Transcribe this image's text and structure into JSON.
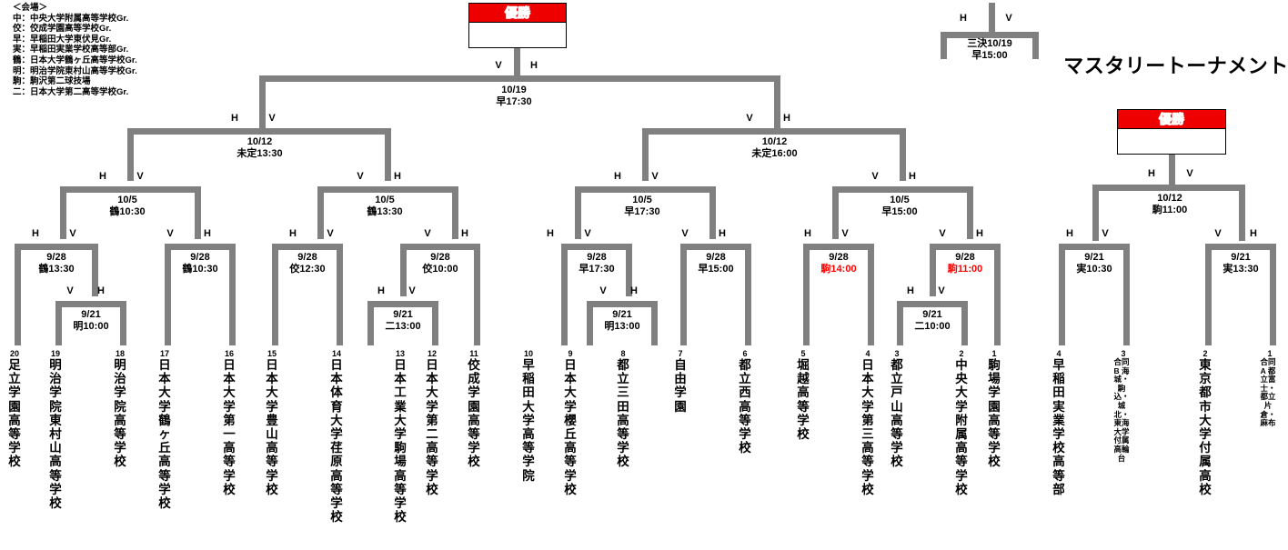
{
  "venue_legend": {
    "heading": "＜会場＞",
    "entries": [
      "中：中央大学附属高等学校Gr.",
      "佼：佼成学園高等学校Gr.",
      "早：早稲田大学東伏見Gr.",
      "実：早稲田実業学校高等部Gr.",
      "鶴：日本大学鶴ヶ丘高等学校Gr.",
      "明：明治学院東村山高等学校Gr.",
      "駒：駒沢第二球技場",
      "二：日本大学第二高等学校Gr."
    ]
  },
  "right_section": {
    "title": "マスタリートーナメント"
  },
  "champion": {
    "label": "優勝",
    "value": ""
  },
  "labels": {
    "home": "H",
    "visitor": "V"
  },
  "main_bracket": {
    "final": {
      "date": "10/19",
      "venue_time": "早17:30",
      "left": "V",
      "right": "H"
    },
    "third_place": {
      "date": "三決10/19",
      "venue_time": "早15:00",
      "left": "H",
      "right": "V"
    },
    "semifinals": [
      {
        "date": "10/12",
        "venue_time": "未定13:30",
        "left": "H",
        "right": "V"
      },
      {
        "date": "10/12",
        "venue_time": "未定16:00",
        "left": "V",
        "right": "H"
      }
    ],
    "quarterfinals": [
      {
        "date": "10/5",
        "venue_time": "鶴10:30",
        "left": "H",
        "right": "V"
      },
      {
        "date": "10/5",
        "venue_time": "鶴13:30",
        "left": "V",
        "right": "H"
      },
      {
        "date": "10/5",
        "venue_time": "早17:30",
        "left": "H",
        "right": "V"
      },
      {
        "date": "10/5",
        "venue_time": "早15:00",
        "left": "V",
        "right": "H"
      }
    ],
    "round2": [
      {
        "date": "9/28",
        "venue_time": "鶴13:30",
        "left": "H",
        "right": "V",
        "red": false
      },
      {
        "date": "9/28",
        "venue_time": "鶴10:30",
        "left": "V",
        "right": "H",
        "red": false
      },
      {
        "date": "9/28",
        "venue_time": "佼12:30",
        "left": "H",
        "right": "V",
        "red": false
      },
      {
        "date": "9/28",
        "venue_time": "佼10:00",
        "left": "V",
        "right": "H",
        "red": false
      },
      {
        "date": "9/28",
        "venue_time": "早17:30",
        "left": "H",
        "right": "V",
        "red": false
      },
      {
        "date": "9/28",
        "venue_time": "早15:00",
        "left": "V",
        "right": "H",
        "red": false
      },
      {
        "date": "9/28",
        "venue_time": "駒14:00",
        "left": "H",
        "right": "V",
        "red": true
      },
      {
        "date": "9/28",
        "venue_time": "駒11:00",
        "left": "V",
        "right": "H",
        "red": true
      }
    ],
    "round1": [
      {
        "date": "9/21",
        "venue_time": "明10:00",
        "left": "V",
        "right": "H",
        "red": false
      },
      {
        "date": "9/21",
        "venue_time": "二13:00",
        "left": "H",
        "right": "V",
        "red": false
      },
      {
        "date": "9/21",
        "venue_time": "明13:00",
        "left": "V",
        "right": "H",
        "red": false
      },
      {
        "date": "9/21",
        "venue_time": "二10:00",
        "left": "H",
        "right": "V",
        "red": false
      }
    ],
    "teams": [
      {
        "seed": "20",
        "name": "足立学園高等学校"
      },
      {
        "seed": "19",
        "name": "明治学院東村山高等学校"
      },
      {
        "seed": "18",
        "name": "明治学院高等学校"
      },
      {
        "seed": "17",
        "name": "日本大学鶴ヶ丘高等学校"
      },
      {
        "seed": "16",
        "name": "日本大学第一高等学校"
      },
      {
        "seed": "15",
        "name": "日本大学豊山高等学校"
      },
      {
        "seed": "14",
        "name": "日本体育大学荏原高等学校"
      },
      {
        "seed": "13",
        "name": "日本工業大学駒場高等学校"
      },
      {
        "seed": "12",
        "name": "日本大学第二高等学校"
      },
      {
        "seed": "11",
        "name": "佼成学園高等学校"
      },
      {
        "seed": "10",
        "name": "早稲田大学高等学院"
      },
      {
        "seed": "9",
        "name": "日本大学櫻丘高等学校"
      },
      {
        "seed": "8",
        "name": "都立三田高等学校"
      },
      {
        "seed": "7",
        "name": "自由学園"
      },
      {
        "seed": "6",
        "name": "都立西高等学校"
      },
      {
        "seed": "5",
        "name": "堀越高等学校"
      },
      {
        "seed": "4",
        "name": "日本大学第三高等学校"
      },
      {
        "seed": "3",
        "name": "都立戸山高等学校"
      },
      {
        "seed": "2",
        "name": "中央大学附属高等学校"
      },
      {
        "seed": "1",
        "name": "駒場学園高等学校"
      }
    ]
  },
  "mastery_bracket": {
    "final": {
      "date": "10/12",
      "venue_time": "駒11:00",
      "left": "H",
      "right": "V"
    },
    "semifinals": [
      {
        "date": "9/21",
        "venue_time": "実10:30",
        "left": "H",
        "right": "V"
      },
      {
        "date": "9/21",
        "venue_time": "実13:30",
        "left": "V",
        "right": "H"
      }
    ],
    "teams": [
      {
        "seed": "4",
        "name": "早稲田実業学校高等部",
        "small": false
      },
      {
        "seed": "3",
        "name": "合同B 海城・駒込・城北・東海大学付属高輪台",
        "small": true
      },
      {
        "seed": "2",
        "name": "東京都市大学付属高校",
        "small": false
      },
      {
        "seed": "1",
        "name": "合同A 都立富士・都立片倉・麻布",
        "small": true
      }
    ]
  }
}
